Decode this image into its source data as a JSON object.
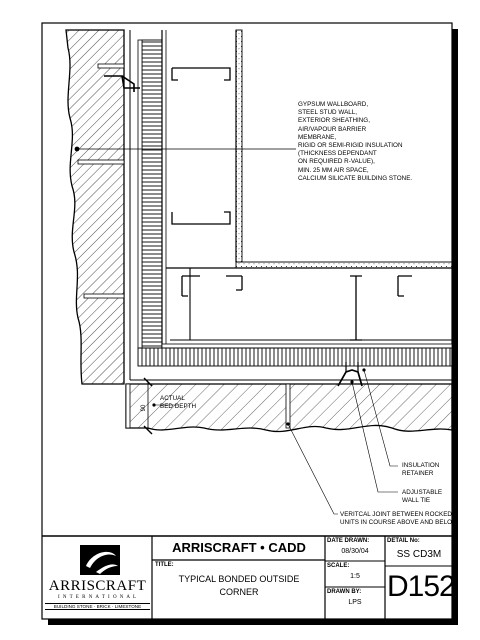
{
  "notes": {
    "assembly": [
      "GYPSUM WALLBOARD,",
      "STEEL STUD WALL,",
      "EXTERIOR SHEATHING,",
      "AIR/VAPOUR BARRIER",
      "MEMBRANE,",
      "RIGID OR SEMI-RIGID INSULATION",
      "(THICKNESS DEPENDANT",
      "ON REQUIRED R-VALUE),",
      "MIN. 25 MM AIR SPACE,",
      "CALCIUM SILICATE BUILDING STONE."
    ],
    "bed_depth": [
      "ACTUAL",
      "BED DEPTH"
    ],
    "bed_dim": "90",
    "insulation_retainer": [
      "INSULATION",
      "RETAINER"
    ],
    "wall_tie": [
      "ADJUSTABLE",
      "WALL TIE"
    ],
    "vertical_joint": [
      "VERITCAL JOINT BETWEEN ROCKED",
      "UNITS IN COURSE ABOVE AND BELOW"
    ]
  },
  "titleblock": {
    "company": "ARRISCRAFT • CADD",
    "logo_name": "ARRISCRAFT",
    "logo_sub": "I N T E R N A T I O N A L",
    "logo_tagline": "BUILDING STONE · BRICK · LIMESTONE",
    "title_label": "TITLE:",
    "title_line1": "TYPICAL BONDED OUTSIDE",
    "title_line2": "CORNER",
    "date_label": "DATE DRAWN:",
    "date_value": "08/30/04",
    "scale_label": "SCALE:",
    "scale_value": "1:5",
    "drawn_label": "DRAWN BY:",
    "drawn_value": "LPS",
    "detail_label": "DETAIL No:",
    "detail_code": "SS CD3M",
    "detail_number": "D152"
  }
}
